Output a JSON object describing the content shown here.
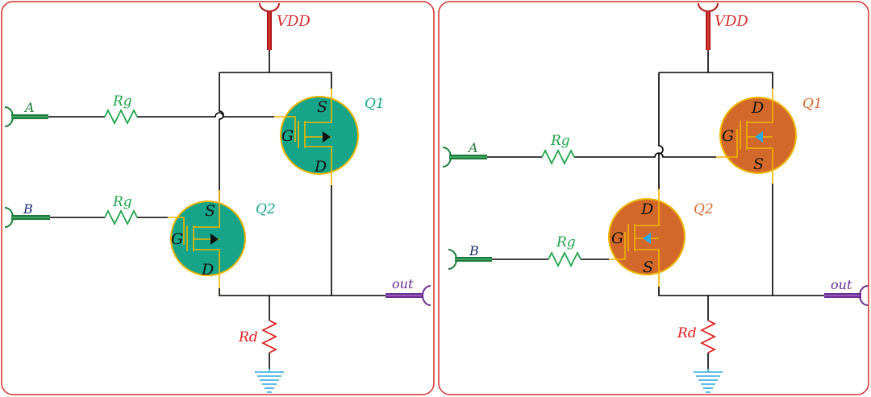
{
  "colors": {
    "frame": "#d42d2d",
    "vdd": "#b01818",
    "input": "#1e7a3a",
    "resistor_g": "#1fa34a",
    "resistor_d": "#e02020",
    "ground": "#2fa8e0",
    "out": "#6a2c91",
    "pmos_fill": "#17a589",
    "nmos_fill": "#d2692a",
    "body_stroke": "#f0b400",
    "pmos_label": "#17a589",
    "nmos_label": "#d2692a"
  },
  "panels": [
    {
      "id": "left",
      "vdd": "VDD",
      "input_a": "A",
      "input_b": "B",
      "rg1": "Rg",
      "rg2": "Rg",
      "rd": "Rd",
      "out": "out",
      "q1": {
        "name": "Q1",
        "top": "S",
        "gate": "G",
        "bottom": "D"
      },
      "q2": {
        "name": "Q2",
        "top": "S",
        "gate": "G",
        "bottom": "D"
      }
    },
    {
      "id": "right",
      "vdd": "VDD",
      "input_a": "A",
      "input_b": "B",
      "rg1": "Rg",
      "rg2": "Rg",
      "rd": "Rd",
      "out": "out",
      "q1": {
        "name": "Q1",
        "top": "D",
        "gate": "G",
        "bottom": "S"
      },
      "q2": {
        "name": "Q2",
        "top": "D",
        "gate": "G",
        "bottom": "S"
      }
    }
  ]
}
